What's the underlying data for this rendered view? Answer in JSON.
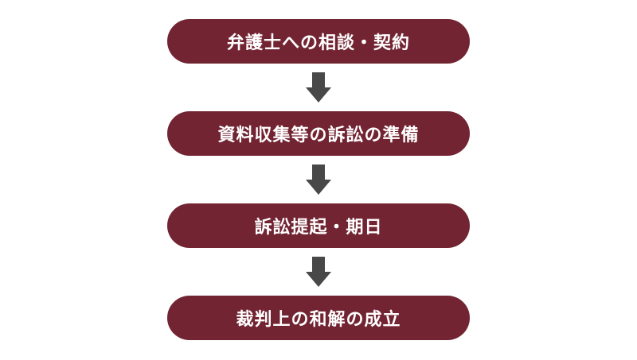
{
  "colors": {
    "step_fill": "#722432",
    "step_text": "#ffffff",
    "arrow": "#484848",
    "background": "#ffffff"
  },
  "steps": [
    {
      "label": "弁護士への相談・契約"
    },
    {
      "label": "資料収集等の訴訟の準備"
    },
    {
      "label": "訴訟提起・期日"
    },
    {
      "label": "裁判上の和解の成立"
    }
  ],
  "arrows": [
    {
      "icon": "down-arrow-icon"
    },
    {
      "icon": "down-arrow-icon"
    },
    {
      "icon": "down-arrow-icon"
    }
  ]
}
